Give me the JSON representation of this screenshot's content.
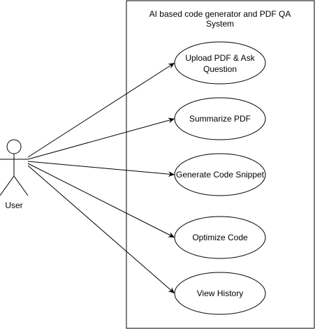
{
  "system": {
    "title_line1": "AI based code generator and PDF QA",
    "title_line2": "System"
  },
  "actor": {
    "label": "User"
  },
  "use_cases": [
    {
      "line1": "Upload PDF & Ask",
      "line2": "Question"
    },
    {
      "line1": "Summarize PDF",
      "line2": ""
    },
    {
      "line1": "Generate Code Snippet",
      "line2": ""
    },
    {
      "line1": "Optimize Code",
      "line2": ""
    },
    {
      "line1": "View History",
      "line2": ""
    }
  ],
  "colors": {
    "stroke": "#000000",
    "background": "#ffffff"
  }
}
